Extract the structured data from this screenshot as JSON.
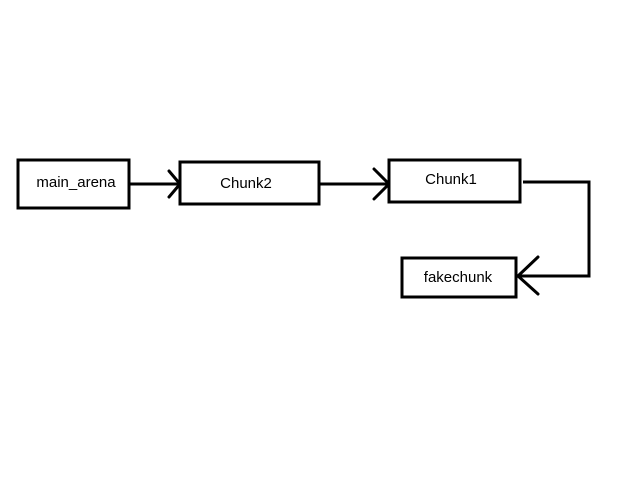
{
  "diagram": {
    "colors": {
      "background": "#ffffff",
      "stroke": "#000000",
      "text": "#000000"
    },
    "nodes": {
      "main_arena": {
        "label": "main_arena"
      },
      "chunk2": {
        "label": "Chunk2"
      },
      "chunk1": {
        "label": "Chunk1"
      },
      "fakechunk": {
        "label": "fakechunk"
      }
    },
    "edges": [
      {
        "from": "main_arena",
        "to": "Chunk2"
      },
      {
        "from": "Chunk2",
        "to": "Chunk1"
      },
      {
        "from": "Chunk1",
        "to": "fakechunk"
      }
    ]
  }
}
